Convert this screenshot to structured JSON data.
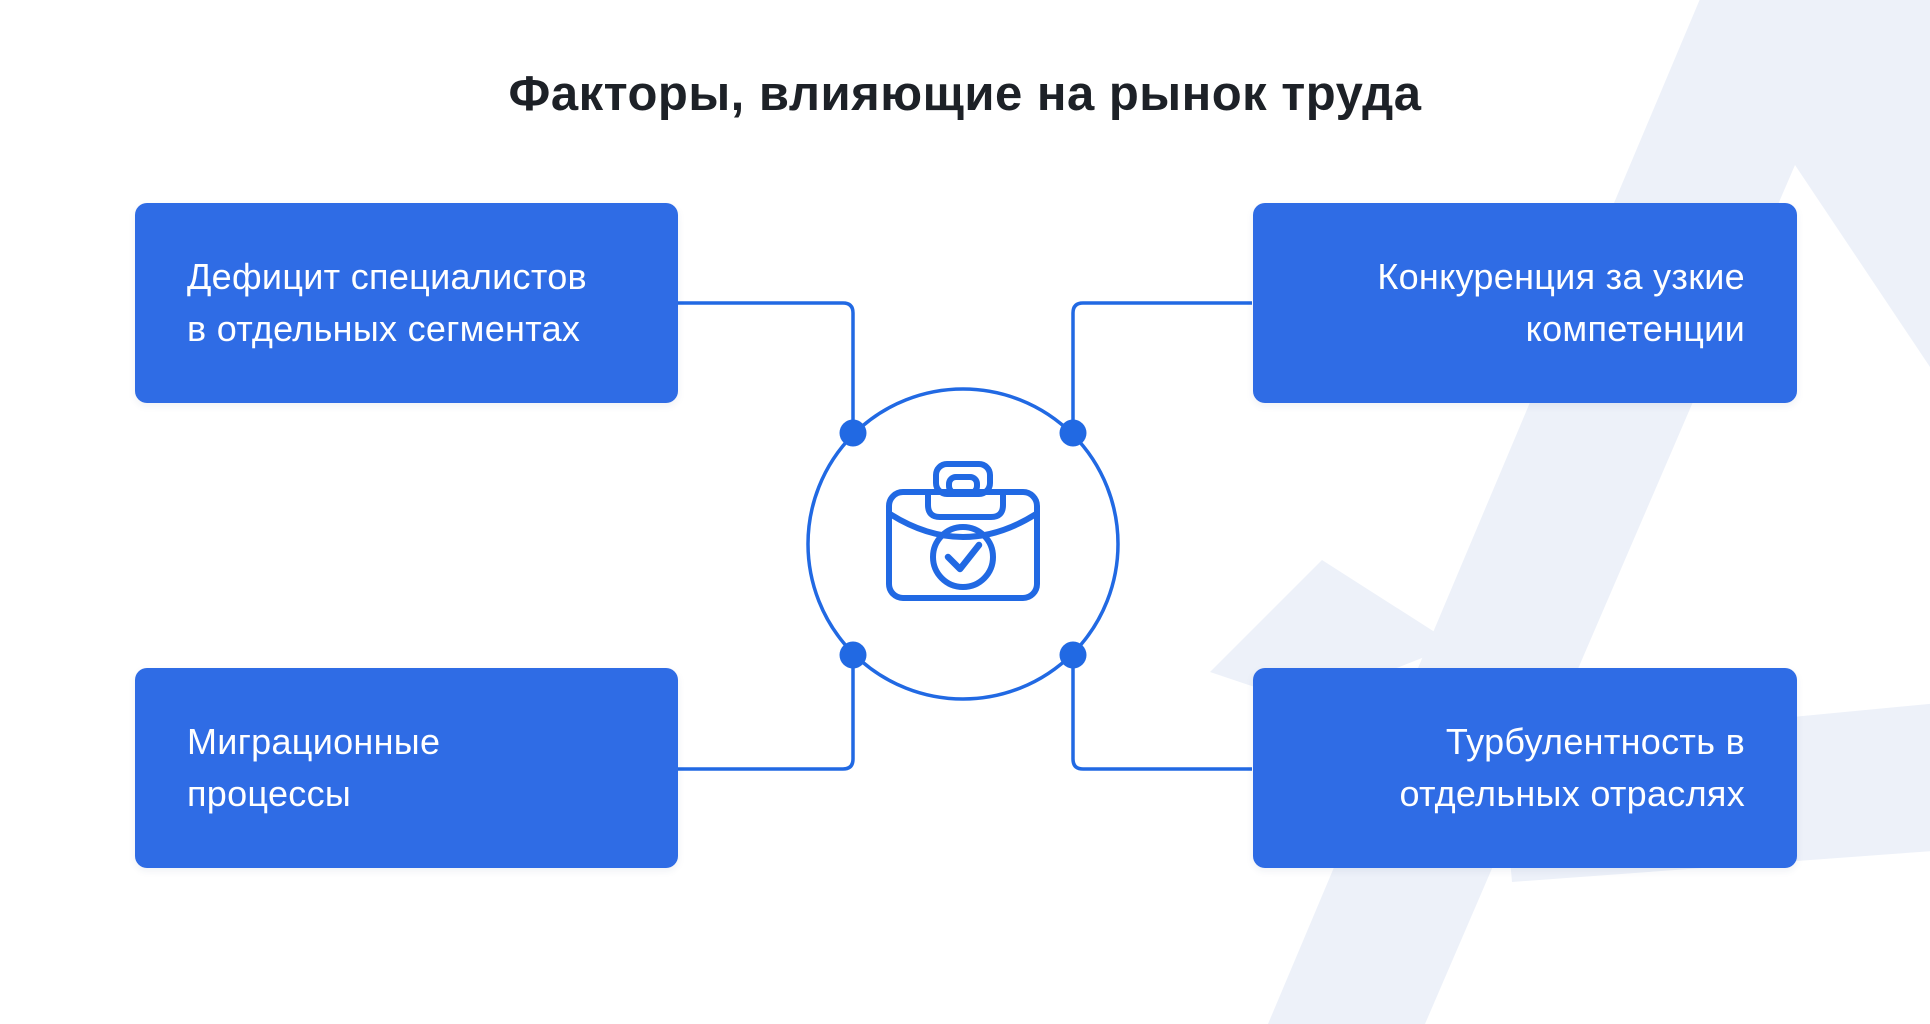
{
  "title": "Факторы, влияющие на рынок труда",
  "factors": {
    "top_left": {
      "text": "Дефицит специалистов\nв отдельных сегментах"
    },
    "top_right": {
      "text": "Конкуренция за узкие\nкомпетенции"
    },
    "bottom_left": {
      "text": "Миграционные\nпроцессы"
    },
    "bottom_right": {
      "text": "Турбулентность в\nотдельных отраслях"
    }
  },
  "center_icon": "briefcase-check-icon",
  "colors": {
    "background": "#ffffff",
    "title_color": "#1d2127",
    "box_fill": "#2f6ce5",
    "box_text": "#ffffff",
    "accent": "#2169e3",
    "watermark": "#edf1f9"
  }
}
